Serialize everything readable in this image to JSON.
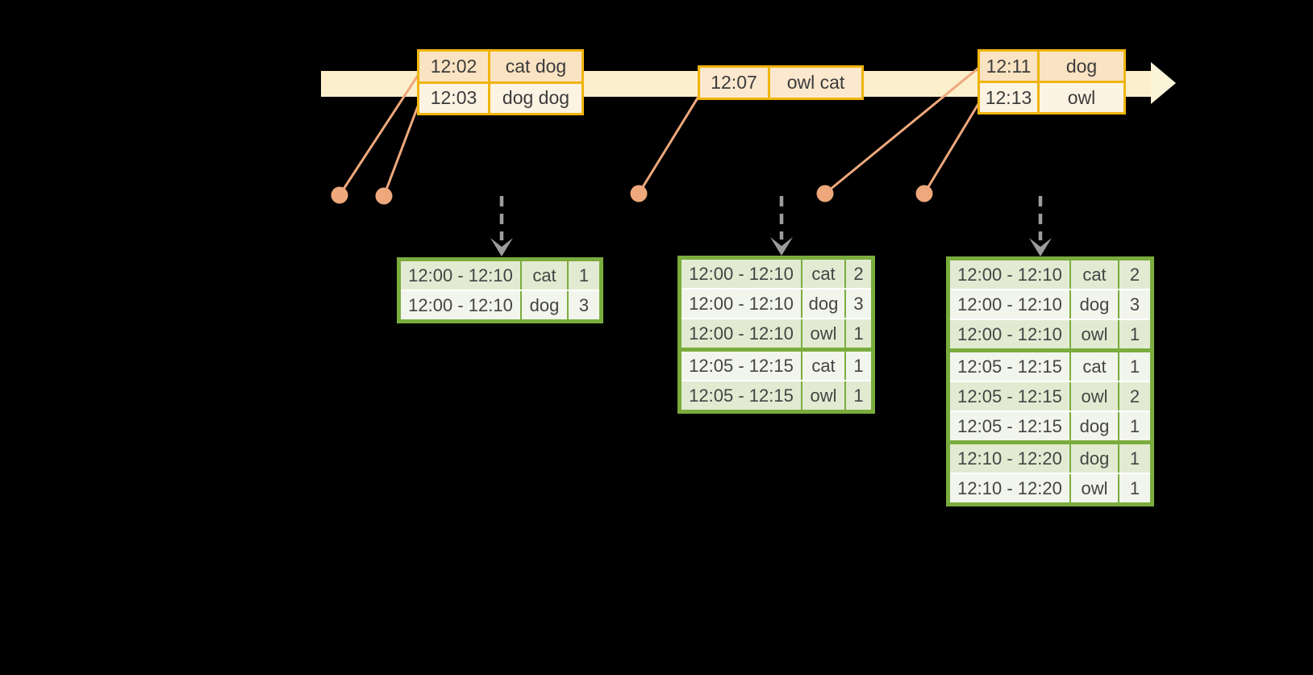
{
  "colors": {
    "background": "#000000",
    "timeline_band": "#FBF0CB",
    "event_border": "#F0B40C",
    "event_row_dark": "#FAE3C2",
    "event_row_light": "#FDF3E2",
    "event_row_single": "#FBE8CE",
    "connector": "#EEA87C",
    "trigger_arrow": "#9C9C9C",
    "table_border": "#7AAC3E",
    "table_row_dark": "#E2EBD2",
    "table_row_light": "#F2F5EC",
    "text": "#3C3C3C"
  },
  "event_boxes": [
    {
      "name": "input-batch-1",
      "rows": [
        {
          "time": "12:02",
          "words": "cat dog"
        },
        {
          "time": "12:03",
          "words": "dog dog"
        }
      ]
    },
    {
      "name": "input-batch-2",
      "rows": [
        {
          "time": "12:07",
          "words": "owl cat"
        }
      ]
    },
    {
      "name": "input-batch-3",
      "rows": [
        {
          "time": "12:11",
          "words": "dog"
        },
        {
          "time": "12:13",
          "words": "owl"
        }
      ]
    }
  ],
  "result_tables": [
    {
      "name": "result-table-1",
      "group_breaks": [],
      "rows": [
        {
          "window": "12:00 - 12:10",
          "word": "cat",
          "count": "1"
        },
        {
          "window": "12:00 - 12:10",
          "word": "dog",
          "count": "3"
        }
      ]
    },
    {
      "name": "result-table-2",
      "group_breaks": [
        3
      ],
      "rows": [
        {
          "window": "12:00 - 12:10",
          "word": "cat",
          "count": "2"
        },
        {
          "window": "12:00 - 12:10",
          "word": "dog",
          "count": "3"
        },
        {
          "window": "12:00 - 12:10",
          "word": "owl",
          "count": "1"
        },
        {
          "window": "12:05 - 12:15",
          "word": "cat",
          "count": "1"
        },
        {
          "window": "12:05 - 12:15",
          "word": "owl",
          "count": "1"
        }
      ]
    },
    {
      "name": "result-table-3",
      "group_breaks": [
        3,
        6
      ],
      "rows": [
        {
          "window": "12:00 - 12:10",
          "word": "cat",
          "count": "2"
        },
        {
          "window": "12:00 - 12:10",
          "word": "dog",
          "count": "3"
        },
        {
          "window": "12:00 - 12:10",
          "word": "owl",
          "count": "1"
        },
        {
          "window": "12:05 - 12:15",
          "word": "cat",
          "count": "1"
        },
        {
          "window": "12:05 - 12:15",
          "word": "owl",
          "count": "2"
        },
        {
          "window": "12:05 - 12:15",
          "word": "dog",
          "count": "1"
        },
        {
          "window": "12:10 - 12:20",
          "word": "dog",
          "count": "1"
        },
        {
          "window": "12:10 - 12:20",
          "word": "owl",
          "count": "1"
        }
      ]
    }
  ]
}
